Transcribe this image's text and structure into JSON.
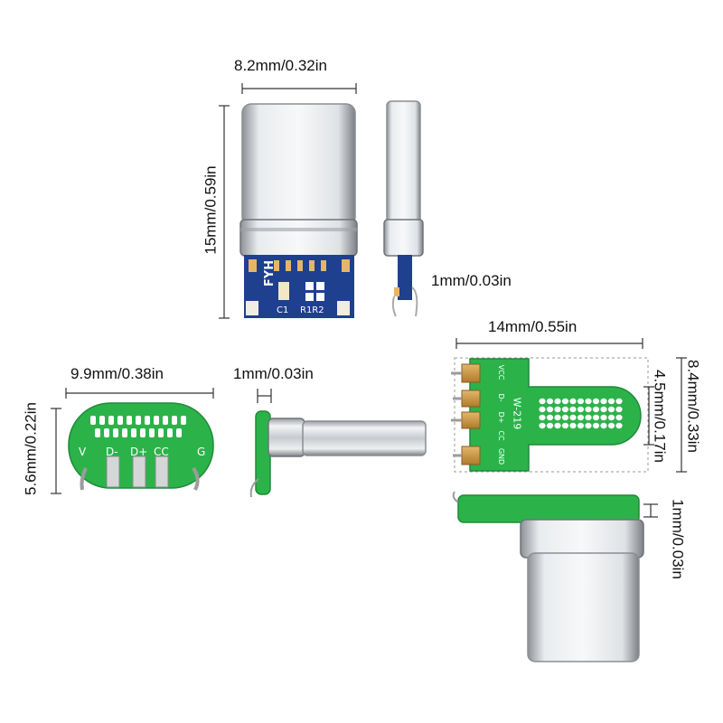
{
  "dimensions": {
    "top_width": "8.2mm/0.32in",
    "top_height": "15mm/0.59in",
    "top_side_thickness": "1mm/0.03in",
    "left_width": "9.9mm/0.38in",
    "left_height": "5.6mm/0.22in",
    "left_side_thickness": "1mm/0.03in",
    "right_width": "14mm/0.55in",
    "right_height": "8.4mm/0.33in",
    "right_inner_height": "4.5mm/0.17in",
    "right_side_thickness": "1mm/0.03in"
  },
  "pcb_labels": {
    "blue_brand": "FYH",
    "blue_c1": "C1",
    "blue_r1r2": "R1R2",
    "round_pins": [
      "V",
      "D-",
      "D+",
      "CC",
      "G"
    ],
    "tee_pins": [
      "VCC",
      "D-",
      "D+",
      "CC",
      "GND"
    ],
    "tee_model": "W-219"
  },
  "colors": {
    "blue_pcb": "#1f3f8f",
    "green_pcb": "#2bb34a",
    "metal": "#c9cdd2"
  }
}
